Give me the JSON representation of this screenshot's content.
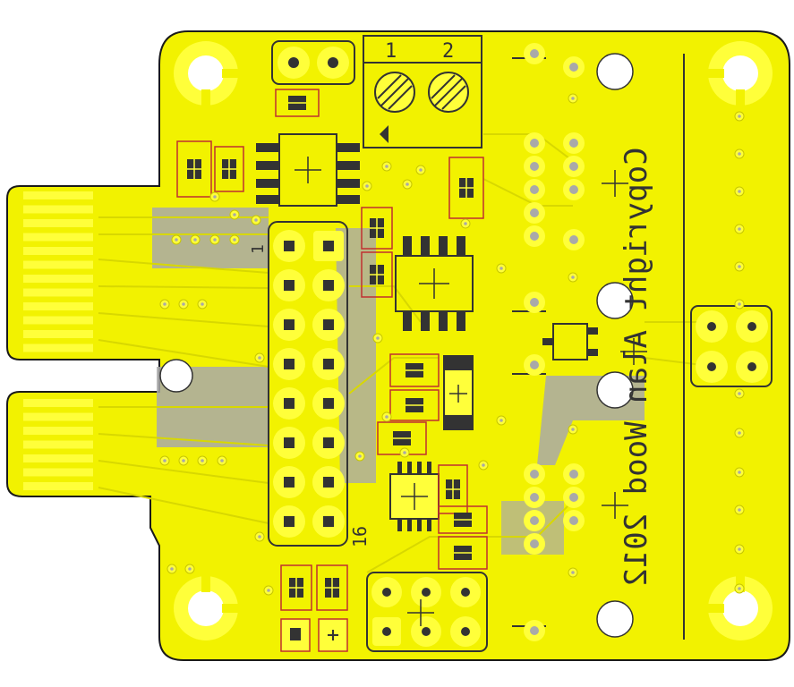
{
  "colors": {
    "background": "#ffffff",
    "copper": "#f2f200",
    "copper_edge": "#d8d800",
    "bright": "#ffff3a",
    "fill_gray": "#a9a9a9",
    "trace_gray": "#b5b5b5",
    "silkscreen": "#333333",
    "outline": "#1a1a1a",
    "keepout": "#c03030",
    "hole": "#ffffff"
  },
  "board": {
    "copyright_text": "Copyright Alan Wood 2012"
  },
  "labels": {
    "terminal_1": "1",
    "terminal_2": "2",
    "header_pin_1": "1",
    "header_pin_16": "16"
  },
  "icons": {
    "terminal_screw": "screw-icon",
    "mounting_hole": "mounting-hole-icon",
    "via": "via-icon",
    "crosshair": "crosshair-icon"
  }
}
